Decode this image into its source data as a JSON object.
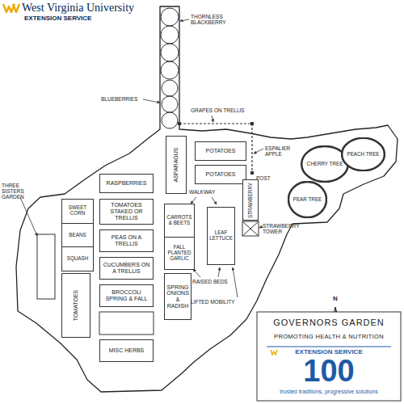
{
  "diagram": {
    "title": "GOVERNORS GARDEN",
    "caption": "PROMOTING HEALTH & NUTRITION",
    "nodes": [
      {
        "text": [
          "ASPARAGUS"
        ]
      },
      {
        "text": [
          "POTATOES"
        ]
      },
      {
        "text": [
          "POTATOES"
        ]
      },
      {
        "text": [
          "CHERRY TREE"
        ]
      },
      {
        "text": [
          "PEACH TREE"
        ]
      },
      {
        "text": [
          "RASPBERRIES"
        ]
      },
      {
        "text": [
          "PEAR TREE"
        ]
      },
      {
        "text": [
          "STRAWBERRY"
        ]
      },
      {
        "text": [
          "SWEET CORN",
          "BEANS",
          "SQUASH"
        ]
      },
      {
        "text": [
          "TOMATOES STAKED OR TRELLIS"
        ]
      },
      {
        "text": [
          "CARROTS & BEETS",
          "FALL PLANTED GARLIC"
        ]
      },
      {
        "text": [
          "LEAF LETTUCE"
        ]
      },
      {
        "text": [
          "PEAS ON A TRELLIS"
        ]
      },
      {
        "text": [
          "CUCUMBERS ON A TRELLIS"
        ]
      },
      {
        "text": [
          "TOMATOES"
        ]
      },
      {
        "text": [
          "SPRING ONIONS & RADISH"
        ]
      },
      {
        "text": [
          "BROCCOLI SPRING & FALL"
        ]
      },
      {
        "text": [
          "MISC HERBS"
        ]
      }
    ],
    "labels": [
      "West Virginia University",
      "EXTENSION SERVICE",
      "THORNLESS BLACKBERRY",
      "BLUEBERRIES",
      "GRAPES ON TRELLIS",
      "ESPALIER APPLE",
      "POST",
      "WALKWAY",
      "STRAWBERRY TOWER",
      "THREE SISTERS GARDEN",
      "RAISED BEDS",
      "LIFTED MOBILITY",
      "N",
      "EXTENSION SERVICE",
      "100",
      "trusted traditions, progressive solutions"
    ]
  }
}
